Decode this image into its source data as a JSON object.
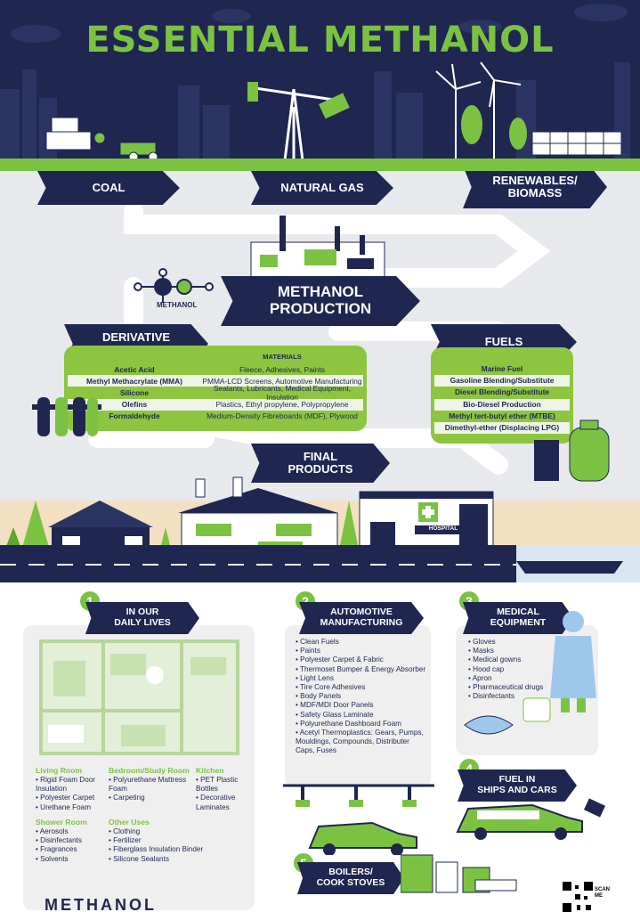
{
  "title": "ESSENTIAL METHANOL",
  "sources": [
    "COAL",
    "NATURAL GAS",
    "RENEWABLES/\nBIOMASS"
  ],
  "methanol_logo_label": "METHANOL",
  "production": "METHANOL\nPRODUCTION",
  "derivative": {
    "heading": "DERIVATIVE\nCHEMICALS",
    "materials_header": "MATERIALS",
    "rows": [
      {
        "chemical": "Acetic Acid",
        "materials": "Fleece, Adhesives, Paints"
      },
      {
        "chemical": "Methyl Methacrylate (MMA)",
        "materials": "PMMA-LCD Screens, Automotive Manufacturing"
      },
      {
        "chemical": "Silicone",
        "materials": "Sealants, Lubricants, Medical Equipment, Insulation"
      },
      {
        "chemical": "Olefins",
        "materials": "Plastics, Ethyl propylene, Polypropylene"
      },
      {
        "chemical": "Formaldehyde",
        "materials": "Medium-Density Fibreboards (MDF), Plywood"
      }
    ]
  },
  "fuels": {
    "heading": "FUELS",
    "items": [
      "Marine Fuel",
      "Gasoline Blending/Substitute",
      "Diesel Blending/Substitute",
      "Bio-Diesel Production",
      "Methyl tert-butyl ether (MTBE)",
      "Dimethyl-ether (Displacing LPG)"
    ]
  },
  "final_products": "FINAL\nPRODUCTS",
  "hospital_sign": "HOSPITAL",
  "sections": {
    "daily": {
      "num": "1",
      "heading": "IN OUR\nDAILY LIVES",
      "living_room": {
        "title": "Living Room",
        "items": [
          "Rigid Foam Door Insulation",
          "Polyester Carpet",
          "Urethane Foam"
        ]
      },
      "bedroom": {
        "title": "Bedroom/Study Room",
        "items": [
          "Polyurethane Mattress Foam",
          "Carpeting"
        ]
      },
      "kitchen": {
        "title": "Kitchen",
        "items": [
          "PET Plastic Bottles",
          "Decorative Laminates"
        ]
      },
      "shower": {
        "title": "Shower Room",
        "items": [
          "Aerosols",
          "Disinfectants",
          "Fragrances",
          "Solvents"
        ]
      },
      "other": {
        "title": "Other Uses",
        "items": [
          "Clothing",
          "Fertilizer",
          "Fiberglass Insulation Binder",
          "Silicone Sealants"
        ]
      }
    },
    "auto": {
      "num": "2",
      "heading": "AUTOMOTIVE\nMANUFACTURING",
      "items": [
        "Clean Fuels",
        "Paints",
        "Polyester Carpet & Fabric",
        "Thermoset Bumper & Energy Absorber",
        "Light Lens",
        "Tire Core Adhesives",
        "Body Panels",
        "MDF/MDI Door Panels",
        "Safety Glass Laminate",
        "Polyurethane Dashboard Foam",
        "Acetyl Thermoplastics: Gears, Pumps, Mouldings, Compounds, Distributer Caps, Fuses"
      ]
    },
    "medical": {
      "num": "3",
      "heading": "MEDICAL\nEQUIPMENT",
      "items": [
        "Gloves",
        "Masks",
        "Medical gowns",
        "Hood cap",
        "Apron",
        "Pharmaceutical drugs",
        "Disinfectants"
      ]
    },
    "fuel": {
      "num": "4",
      "heading": "FUEL IN\nSHIPS AND CARS"
    },
    "boilers": {
      "num": "5",
      "heading": "BOILERS/\nCOOK STOVES"
    }
  },
  "footer_logo": "METHANOL",
  "qr_label": "SCAN\nME",
  "colors": {
    "navy": "#1f2650",
    "green": "#7cc242",
    "light_green": "#8dc540",
    "grey": "#e8e9ec"
  }
}
